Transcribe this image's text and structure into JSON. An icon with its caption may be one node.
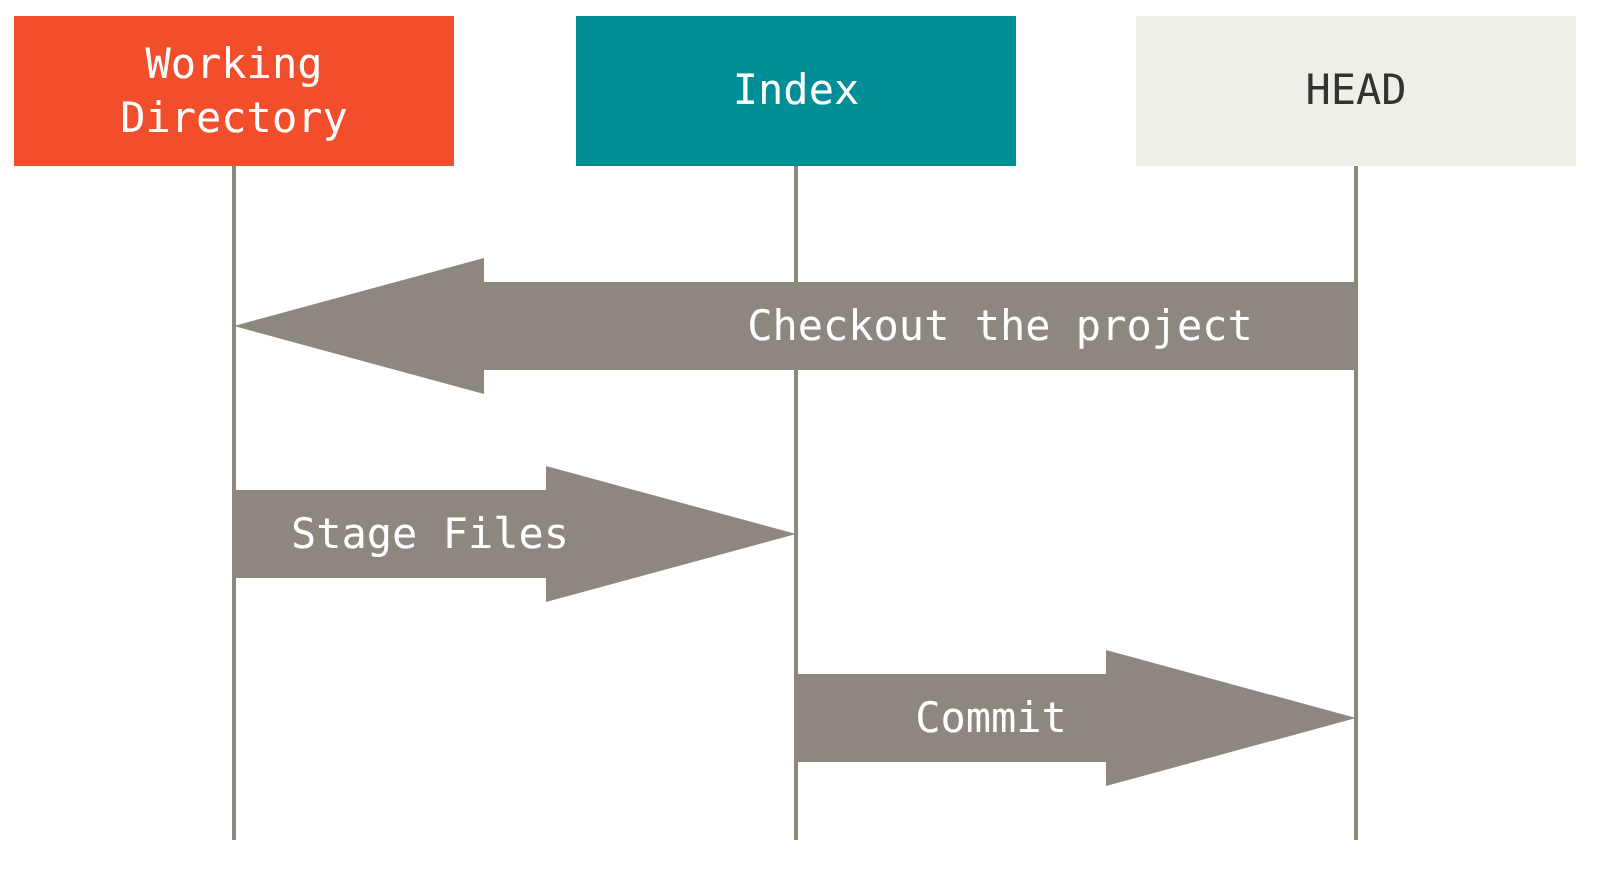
{
  "diagram": {
    "nodes": [
      {
        "text": [
          "Working Directory"
        ]
      },
      {
        "text": [
          "Index"
        ]
      },
      {
        "text": [
          "HEAD"
        ]
      }
    ],
    "edges": [
      {
        "from": 2,
        "to": 0,
        "arrow": "to",
        "label": "Checkout the project"
      },
      {
        "from": 0,
        "to": 1,
        "arrow": "to",
        "label": "Stage Files"
      },
      {
        "from": 1,
        "to": 2,
        "arrow": "to",
        "label": "Commit"
      }
    ]
  }
}
